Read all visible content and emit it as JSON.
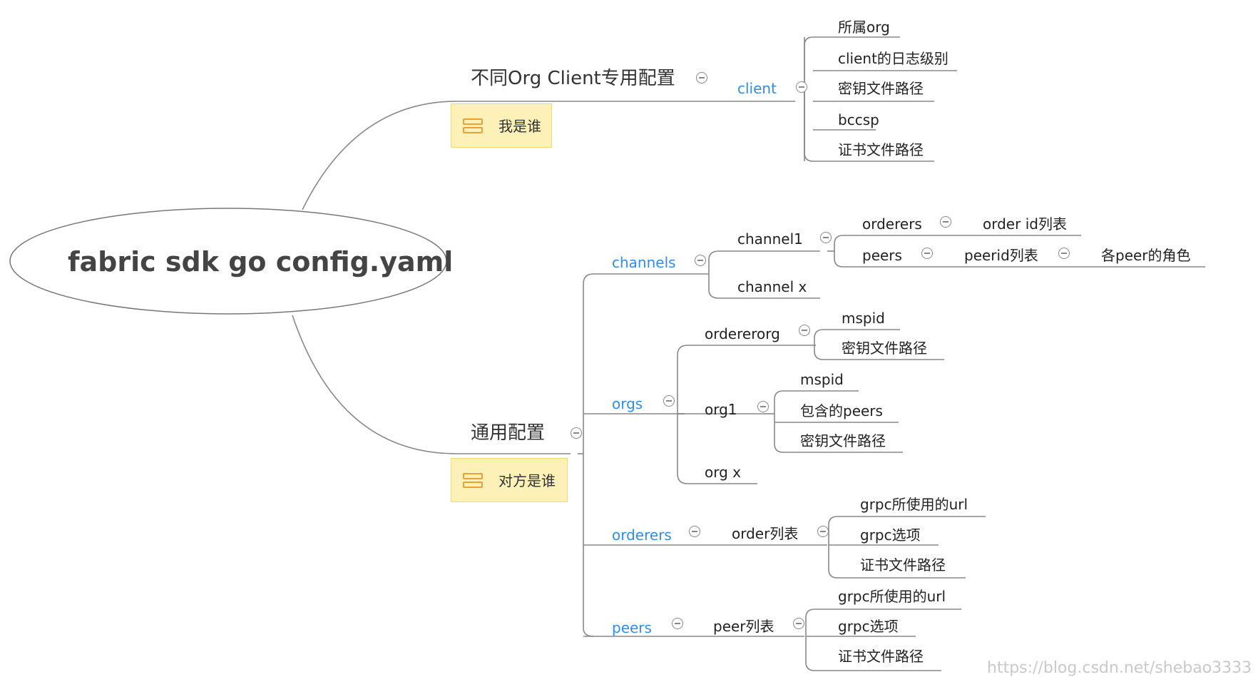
{
  "root": "fabric sdk go config.yaml",
  "branch1": {
    "label": "不同Org Client专用配置",
    "note": "我是谁",
    "client": {
      "label": "client",
      "items": [
        "所属org",
        "client的日志级别",
        "密钥文件路径",
        "bccsp",
        "证书文件路径"
      ]
    }
  },
  "branch2": {
    "label": "通用配置",
    "note": "对方是谁",
    "channels": {
      "label": "channels",
      "channel1": {
        "label": "channel1",
        "orderers": {
          "label": "orderers",
          "child": "order id列表"
        },
        "peers": {
          "label": "peers",
          "child": "peerid列表",
          "grandchild": "各peer的角色"
        }
      },
      "channelx": "channel x"
    },
    "orgs": {
      "label": "orgs",
      "ordererorg": {
        "label": "ordererorg",
        "items": [
          "mspid",
          "密钥文件路径"
        ]
      },
      "org1": {
        "label": "org1",
        "items": [
          "mspid",
          "包含的peers",
          "密钥文件路径"
        ]
      },
      "orgx": "org x"
    },
    "orderers": {
      "label": "orderers",
      "list": "order列表",
      "items": [
        "grpc所使用的url",
        "grpc选项",
        "证书文件路径"
      ]
    },
    "peers": {
      "label": "peers",
      "list": "peer列表",
      "items": [
        "grpc所使用的url",
        "grpc选项",
        "证书文件路径"
      ]
    }
  },
  "watermark": "https://blog.csdn.net/shebao3333"
}
